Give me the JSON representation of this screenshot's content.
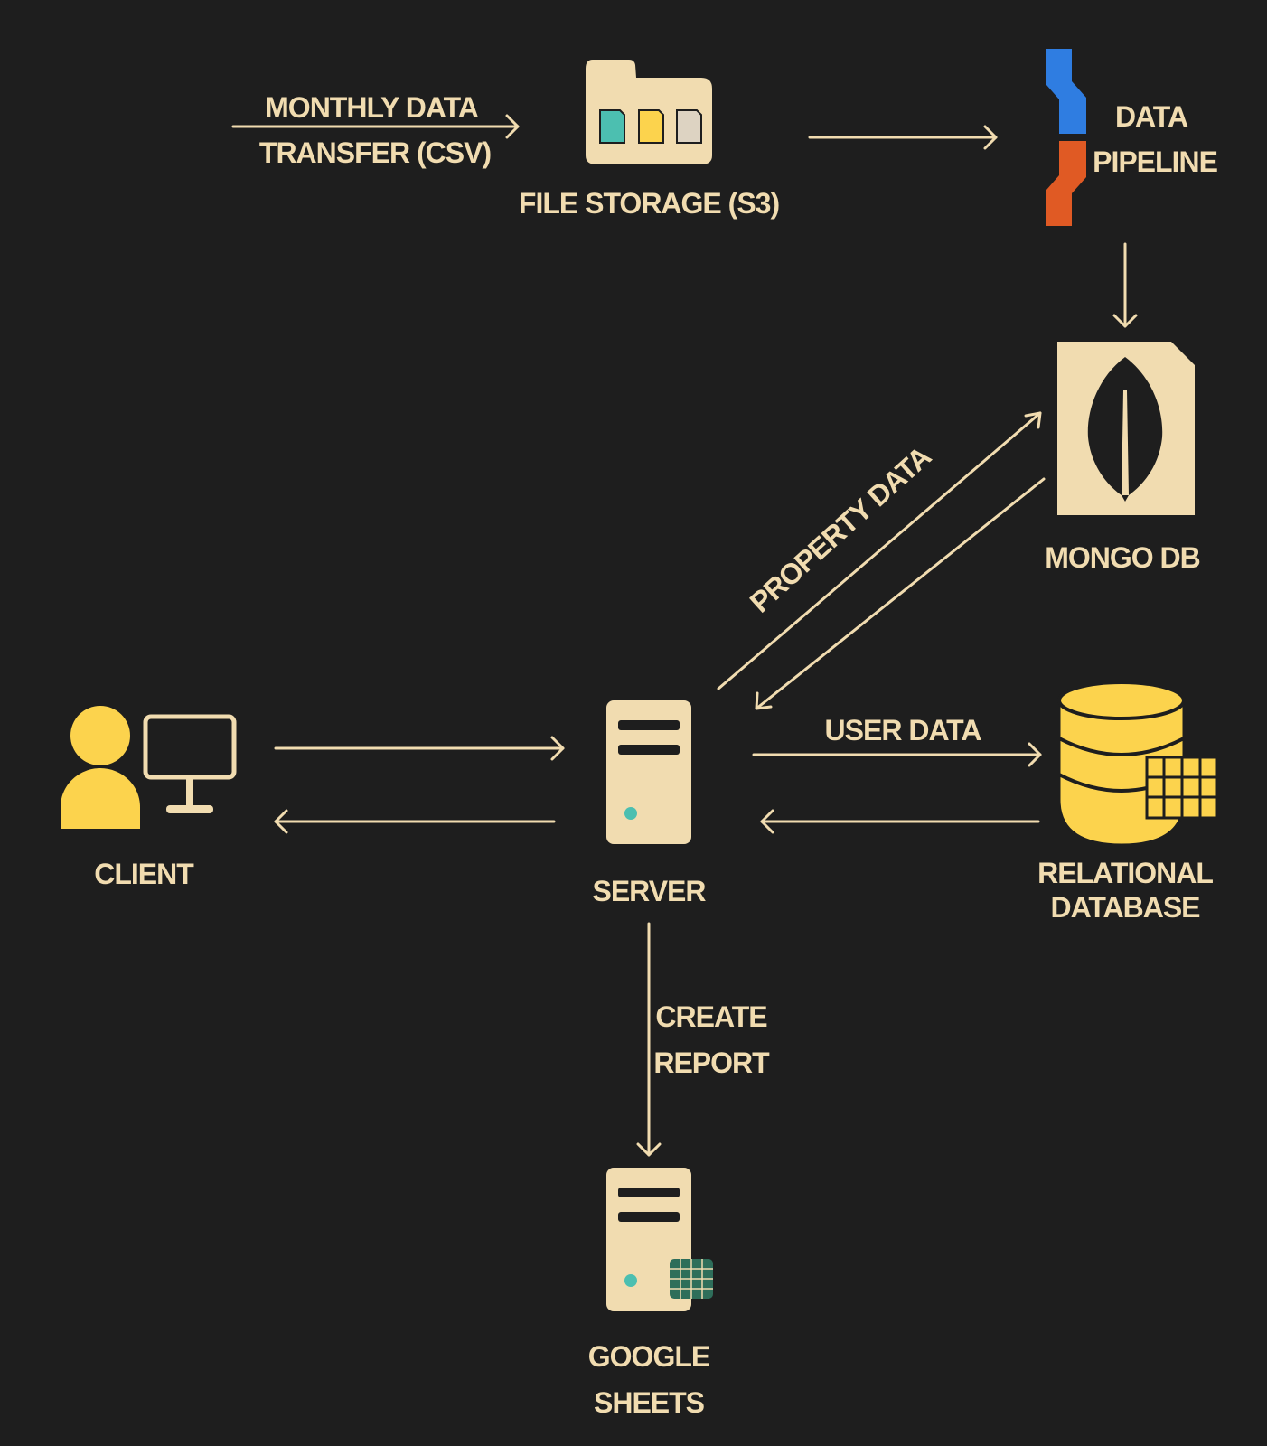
{
  "colors": {
    "background": "#1e1e1e",
    "cream": "#f1dcb0",
    "yellow": "#fcd34d",
    "teal": "#4cbfb0",
    "pipeline_blue": "#2f7de1",
    "pipeline_orange": "#e05a24",
    "sheets_green": "#2e6e5a"
  },
  "nodes": {
    "file_storage": {
      "label": "FILE STORAGE (S3)",
      "icon": "folder-icon"
    },
    "data_pipeline": {
      "label_line1": "DATA",
      "label_line2": "PIPELINE",
      "icon": "pipeline-icon"
    },
    "mongo_db": {
      "label": "MONGO DB",
      "icon": "mongodb-leaf-icon"
    },
    "client": {
      "label": "CLIENT",
      "icon": "user-computer-icon"
    },
    "server": {
      "label": "SERVER",
      "icon": "server-icon"
    },
    "relational_db": {
      "label_line1": "RELATIONAL",
      "label_line2": "DATABASE",
      "icon": "database-icon"
    },
    "google_sheets": {
      "label_line1": "GOOGLE",
      "label_line2": "SHEETS",
      "icon": "sheets-server-icon"
    }
  },
  "edges": {
    "monthly_transfer": {
      "label_line1": "MONTHLY DATA",
      "label_line2": "TRANSFER (CSV)"
    },
    "property_data": {
      "label": "PROPERTY DATA"
    },
    "user_data": {
      "label": "USER DATA"
    },
    "create_report": {
      "label_line1": "CREATE",
      "label_line2": "REPORT"
    }
  }
}
